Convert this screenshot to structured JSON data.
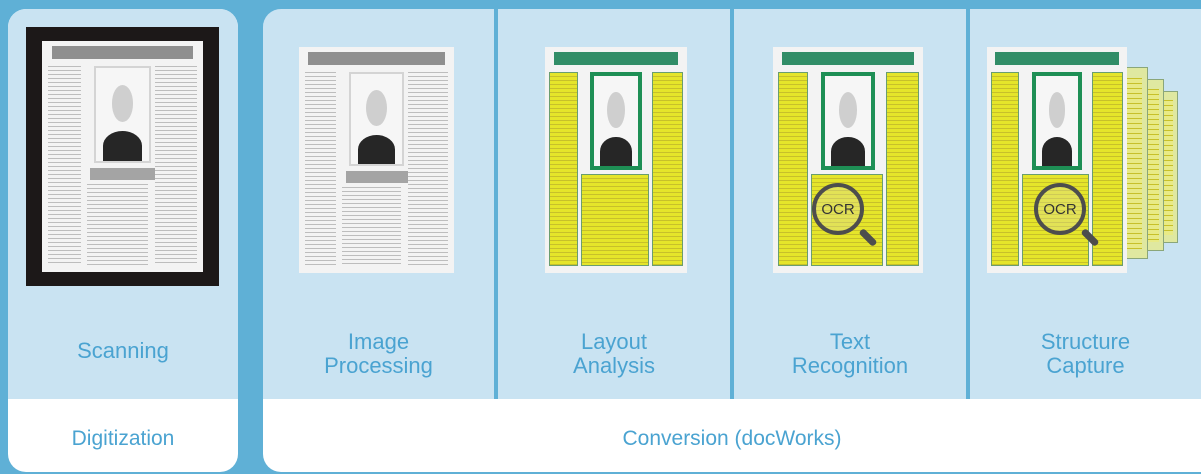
{
  "left_panel": {
    "stage": "Scanning",
    "group": "Digitization"
  },
  "right_panel": {
    "stages": [
      "Image\nProcessing",
      "Layout\nAnalysis",
      "Text\nRecognition",
      "Structure\nCapture"
    ],
    "group": "Conversion (docWorks)"
  },
  "ocr_icon": "OCR",
  "colors": {
    "background": "#5fb0d6",
    "stage_fill": "#c9e3f2",
    "label": "#4aa3d1",
    "highlight": "#e5e52a",
    "frame": "#1e8f55"
  }
}
